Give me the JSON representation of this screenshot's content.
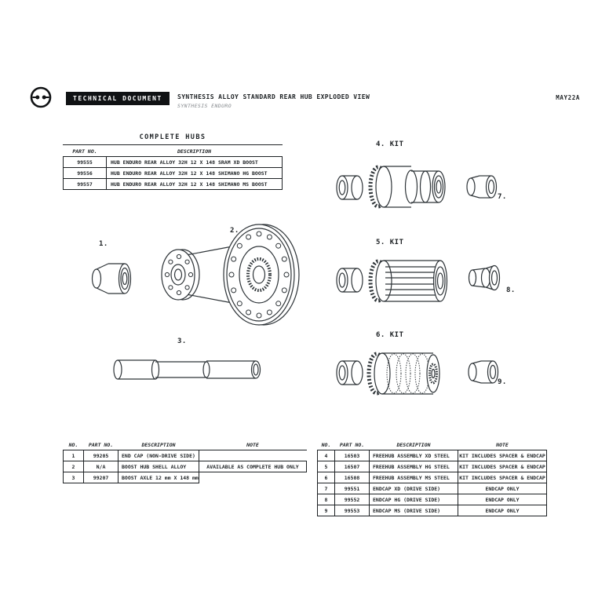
{
  "colors": {
    "ink": "#1d2124",
    "drawing_line": "#2e3438",
    "badge_bg": "#101214",
    "badge_text": "#ffffff",
    "subtitle_gray": "#85898d"
  },
  "header": {
    "badge": "TECHNICAL DOCUMENT",
    "title": "SYNTHESIS ALLOY STANDARD REAR HUB EXPLODED VIEW",
    "subtitle": "SYNTHESIS ENDURO",
    "doc_code": "MAY22A"
  },
  "complete_hubs": {
    "title": "COMPLETE HUBS",
    "columns": [
      "PART NO.",
      "DESCRIPTION"
    ],
    "rows": [
      [
        "99555",
        "HUB ENDURO REAR ALLOY 32H 12 X 148 SRAM XD BOOST"
      ],
      [
        "99556",
        "HUB ENDURO REAR ALLOY 32H 12 X 148 SHIMANO HG BOOST"
      ],
      [
        "99557",
        "HUB ENDURO REAR ALLOY 32H 12 X 148 SHIMANO MS BOOST"
      ]
    ]
  },
  "diagram": {
    "part_labels": {
      "p1": "1.",
      "p2": "2.",
      "p3": "3.",
      "kit4": "4. KIT",
      "kit5": "5. KIT",
      "kit6": "6. KIT",
      "p7": "7.",
      "p8": "8.",
      "p9": "9."
    }
  },
  "parts_left": {
    "columns": [
      "NO.",
      "PART NO.",
      "DESCRIPTION",
      "NOTE"
    ],
    "rows": [
      [
        "1",
        "99205",
        "END CAP (NON-DRIVE SIDE)",
        ""
      ],
      [
        "2",
        "N/A",
        "BOOST HUB SHELL ALLOY",
        "AVAILABLE AS COMPLETE HUB ONLY"
      ],
      [
        "3",
        "99207",
        "BOOST AXLE 12 mm X 148 mm",
        ""
      ]
    ]
  },
  "parts_right": {
    "columns": [
      "NO.",
      "PART NO.",
      "DESCRIPTION",
      "NOTE"
    ],
    "rows": [
      [
        "4",
        "16503",
        "FREEHUB ASSEMBLY XD STEEL",
        "KIT INCLUDES SPACER & ENDCAP"
      ],
      [
        "5",
        "16507",
        "FREEHUB ASSEMBLY HG STEEL",
        "KIT INCLUDES SPACER & ENDCAP"
      ],
      [
        "6",
        "16508",
        "FREEHUB ASSEMBLY MS STEEL",
        "KIT INCLUDES SPACER & ENDCAP"
      ],
      [
        "7",
        "99551",
        "ENDCAP XD (DRIVE SIDE)",
        "ENDCAP ONLY"
      ],
      [
        "8",
        "99552",
        "ENDCAP HG (DRIVE SIDE)",
        "ENDCAP ONLY"
      ],
      [
        "9",
        "99553",
        "ENDCAP MS (DRIVE SIDE)",
        "ENDCAP ONLY"
      ]
    ]
  }
}
